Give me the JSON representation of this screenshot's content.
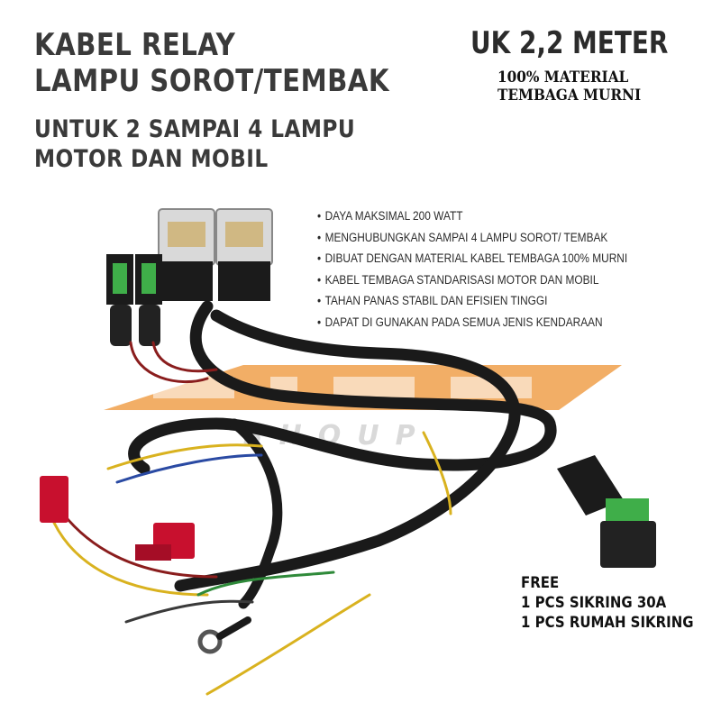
{
  "header": {
    "title_line1": "KABEL RELAY",
    "title_line2": "LAMPU SOROT/TEMBAK",
    "subtitle_line1": "UNTUK 2 SAMPAI 4 LAMPU",
    "subtitle_line2": "MOTOR DAN MOBIL"
  },
  "size": {
    "label": "UK 2,2 METER"
  },
  "material": {
    "line1": "100% MATERIAL",
    "line2": "TEMBAGA MURNI"
  },
  "features": [
    "DAYA MAKSIMAL 200 WATT",
    "MENGHUBUNGKAN SAMPAI 4 LAMPU SOROT/ TEMBAK",
    "DIBUAT DENGAN MATERIAL KABEL TEMBAGA 100% MURNI",
    "KABEL TEMBAGA STANDARISASI MOTOR DAN MOBIL",
    "TAHAN PANAS STABIL DAN EFISIEN TINGGI",
    "DAPAT DI GUNAKAN PADA SEMUA JENIS KENDARAAN"
  ],
  "bonus": {
    "line1": "FREE",
    "line2": "1 PCS SIKRING 30A",
    "line3": "1 PCS RUMAH SIKRING"
  },
  "watermark": {
    "sub": "SHOUP"
  },
  "colors": {
    "title": "#3a3a3a",
    "watermark_orange": "#f0a04b",
    "cable": "#1a1a1a",
    "connector_red": "#c8102e",
    "fuse_green": "#3fae49"
  },
  "icons": [
    "relay-icon",
    "fuse-holder-icon",
    "cable-harness-icon",
    "ring-terminal-icon",
    "connector-icon",
    "fuse-icon"
  ]
}
